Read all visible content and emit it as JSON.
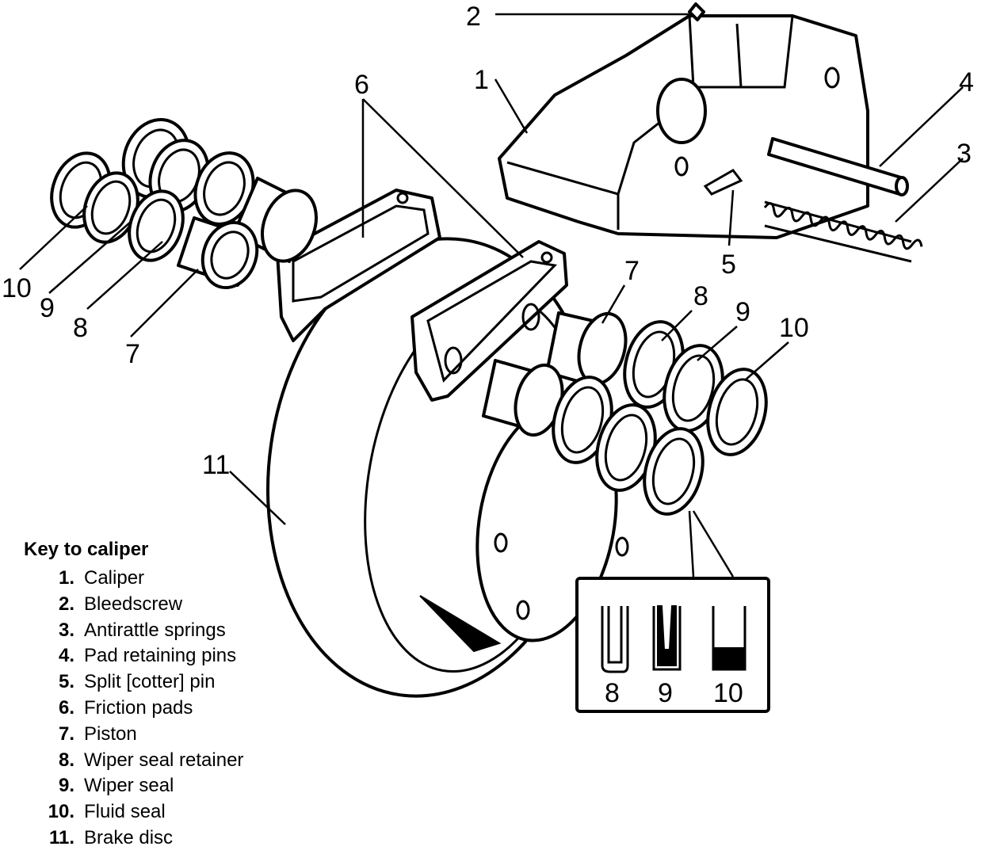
{
  "callouts": {
    "c1": "1",
    "c2": "2",
    "c3": "3",
    "c4": "4",
    "c5": "5",
    "c6": "6",
    "c7a": "7",
    "c7b": "7",
    "c8a": "8",
    "c8b": "8",
    "c9a": "9",
    "c9b": "9",
    "c10a": "10",
    "c10b": "10",
    "c11": "11"
  },
  "inset": {
    "labels": [
      "8",
      "9",
      "10"
    ]
  },
  "key": {
    "title": "Key to caliper",
    "items": [
      {
        "num": "1.",
        "label": "Caliper"
      },
      {
        "num": "2.",
        "label": "Bleedscrew"
      },
      {
        "num": "3.",
        "label": "Antirattle springs"
      },
      {
        "num": "4.",
        "label": "Pad retaining pins"
      },
      {
        "num": "5.",
        "label": "Split [cotter] pin"
      },
      {
        "num": "6.",
        "label": "Friction pads"
      },
      {
        "num": "7.",
        "label": "Piston"
      },
      {
        "num": "8.",
        "label": "Wiper seal retainer"
      },
      {
        "num": "9.",
        "label": "Wiper seal"
      },
      {
        "num": "10.",
        "label": "Fluid seal"
      },
      {
        "num": "11.",
        "label": "Brake disc"
      }
    ]
  }
}
